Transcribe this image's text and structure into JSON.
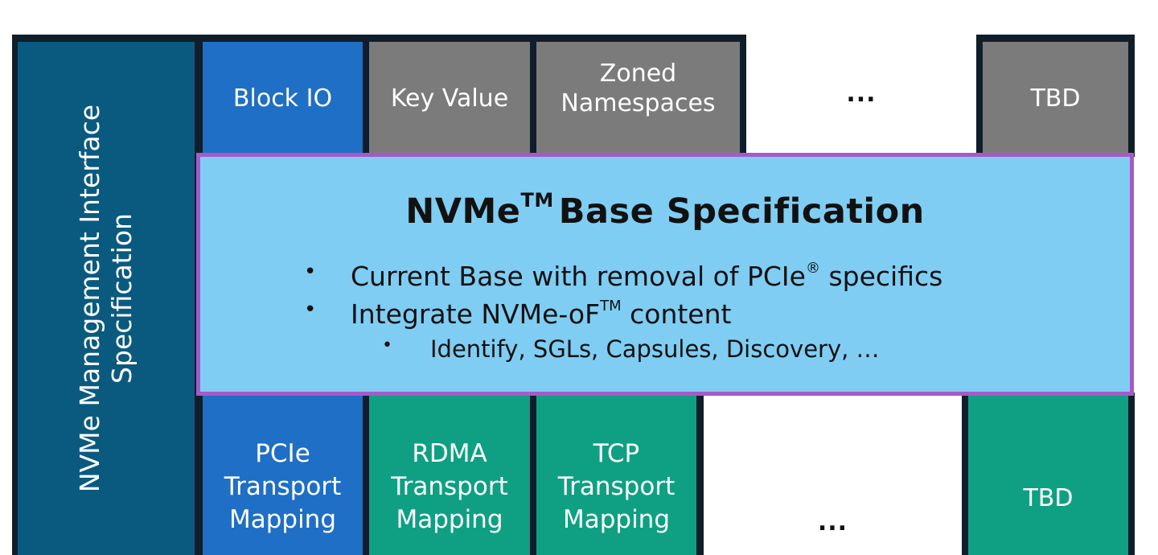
{
  "left_spec": {
    "line1": "NVMe Management Interface",
    "line2": "Specification"
  },
  "command_sets": [
    {
      "label": "Block IO",
      "color": "#1e6fc5"
    },
    {
      "label": "Key Value",
      "color": "#7b7b7b"
    },
    {
      "label": "Zoned\nNamespaces",
      "color": "#7b7b7b"
    },
    {
      "label": "...",
      "color": "#ffffff"
    },
    {
      "label": "TBD",
      "color": "#7b7b7b"
    }
  ],
  "base_spec": {
    "title": "NVMe",
    "trademark": "TM",
    "title_rest": "Base Specification",
    "bullet1_text": "Current Base with removal of PCIe",
    "bullet1_mark": "®",
    "bullet1_tail": " specifics",
    "bullet2_text": "Integrate NVMe-oF",
    "bullet2_mark": "TM",
    "bullet2_tail": " content",
    "sub_bullet": "Identify, SGLs, Capsules, Discovery, …",
    "bullet_symbol": "•",
    "background": "#7fcdf3",
    "border": "#a65ac8"
  },
  "transports": [
    {
      "label": "PCIe\nTransport\nMapping",
      "color": "#1e6fc5"
    },
    {
      "label": "RDMA\nTransport\nMapping",
      "color": "#0fa083"
    },
    {
      "label": "TCP\nTransport\nMapping",
      "color": "#0fa083"
    },
    {
      "label": "...",
      "color": "#ffffff"
    },
    {
      "label": "TBD",
      "color": "#0fa083"
    }
  ]
}
